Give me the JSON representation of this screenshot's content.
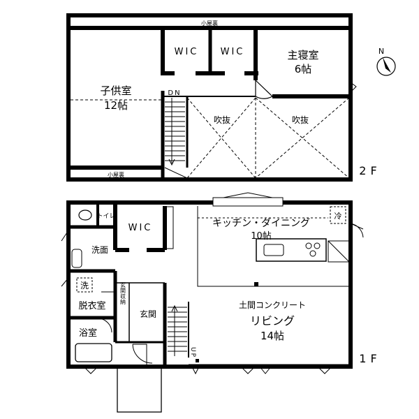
{
  "floor2": {
    "floor_label": "2F",
    "attic_top": "小屋裏",
    "attic_bottom": "小屋裏",
    "kids_room_name": "子供室",
    "kids_room_size": "12帖",
    "wic_1": "WIC",
    "wic_2": "WIC",
    "master_name": "主寝室",
    "master_size": "6帖",
    "void_1": "吹抜",
    "void_2": "吹抜",
    "stair_label": "DN"
  },
  "floor1": {
    "floor_label": "1F",
    "toilet": "トイレ",
    "wic": "WIC",
    "kitchen_dining_name": "キッチン・ダイニング",
    "kitchen_dining_size": "10帖",
    "fridge": "冷",
    "washroom": "洗面",
    "washer": "洗",
    "dressing": "脱衣室",
    "entrance_storage": "玄関収納",
    "entrance": "玄関",
    "bath": "浴室",
    "earth_floor": "土間コンクリート",
    "living_name": "リビング",
    "living_size": "14帖",
    "stair_label": "UP"
  },
  "compass": {
    "north": "N"
  }
}
